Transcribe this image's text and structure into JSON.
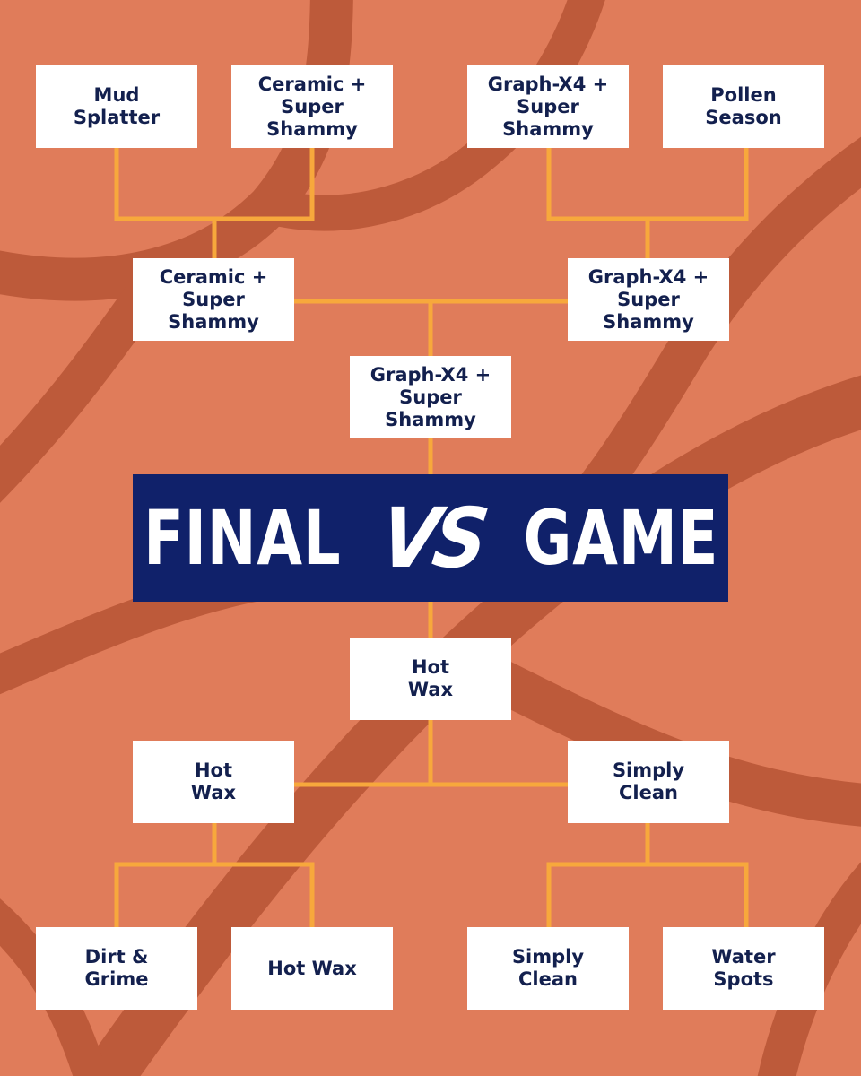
{
  "colors": {
    "background": "#e07c5a",
    "background_dark": "#bd5a3a",
    "connector": "#f7a83c",
    "box_fill": "#ffffff",
    "box_text": "#13204e",
    "banner_fill": "#10216a",
    "banner_text": "#ffffff"
  },
  "banner": {
    "left_word": "FINAL",
    "vs": "VS",
    "right_word": "GAME"
  },
  "top_bracket": {
    "round1": [
      "Mud\nSplatter",
      "Ceramic +\nSuper\nShammy",
      "Graph-X4 +\nSuper\nShammy",
      "Pollen\nSeason"
    ],
    "round2": [
      "Ceramic +\nSuper\nShammy",
      "Graph-X4 +\nSuper\nShammy"
    ],
    "winner": "Graph-X4 +\nSuper\nShammy"
  },
  "bottom_bracket": {
    "round1": [
      "Dirt &\nGrime",
      "Hot Wax",
      "Simply\nClean",
      "Water\nSpots"
    ],
    "round2": [
      "Hot\nWax",
      "Simply\nClean"
    ],
    "winner": "Hot\nWax"
  }
}
